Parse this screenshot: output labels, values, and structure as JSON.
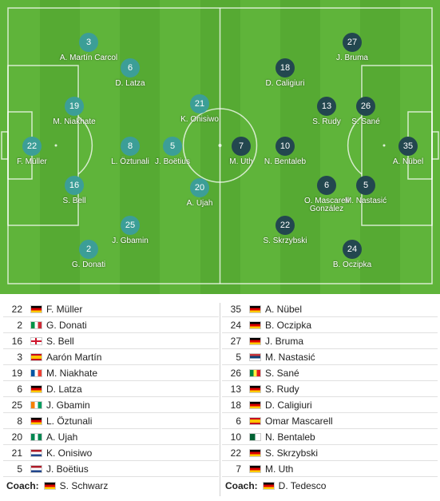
{
  "colors": {
    "pitch_light": "#5fb43a",
    "pitch_dark": "#56aa33",
    "home": "#3c9e97",
    "away": "#23474f"
  },
  "home_pitch": [
    {
      "num": "22",
      "name": "F. Müller"
    },
    {
      "num": "3",
      "name": "A. Martín Carcol"
    },
    {
      "num": "19",
      "name": "M. Niakhate"
    },
    {
      "num": "16",
      "name": "S. Bell"
    },
    {
      "num": "2",
      "name": "G. Donati"
    },
    {
      "num": "6",
      "name": "D. Latza"
    },
    {
      "num": "8",
      "name": "L. Öztunali"
    },
    {
      "num": "25",
      "name": "J. Gbamin"
    },
    {
      "num": "5",
      "name": "J. Boëtius"
    },
    {
      "num": "21",
      "name": "K. Onisiwo"
    },
    {
      "num": "20",
      "name": "A. Ujah"
    }
  ],
  "away_pitch": [
    {
      "num": "35",
      "name": "A. Nübel"
    },
    {
      "num": "27",
      "name": "J. Bruma"
    },
    {
      "num": "26",
      "name": "S. Sané"
    },
    {
      "num": "5",
      "name": "M. Nastasić"
    },
    {
      "num": "24",
      "name": "B. Oczipka"
    },
    {
      "num": "13",
      "name": "S. Rudy"
    },
    {
      "num": "6",
      "name": "O. Mascarell González"
    },
    {
      "num": "18",
      "name": "D. Caligiuri"
    },
    {
      "num": "10",
      "name": "N. Bentaleb"
    },
    {
      "num": "22",
      "name": "S. Skrzybski"
    },
    {
      "num": "7",
      "name": "M. Uth"
    }
  ],
  "home_list": [
    {
      "num": "22",
      "flag": "de",
      "name": "F. Müller"
    },
    {
      "num": "2",
      "flag": "it",
      "name": "G. Donati"
    },
    {
      "num": "16",
      "flag": "en",
      "name": "S. Bell"
    },
    {
      "num": "3",
      "flag": "es",
      "name": "Aarón Martín"
    },
    {
      "num": "19",
      "flag": "fr",
      "name": "M. Niakhate"
    },
    {
      "num": "6",
      "flag": "de",
      "name": "D. Latza"
    },
    {
      "num": "25",
      "flag": "ci",
      "name": "J. Gbamin"
    },
    {
      "num": "8",
      "flag": "de",
      "name": "L. Öztunali"
    },
    {
      "num": "20",
      "flag": "ng",
      "name": "A. Ujah"
    },
    {
      "num": "21",
      "flag": "nl",
      "name": "K. Onisiwo"
    },
    {
      "num": "5",
      "flag": "nl",
      "name": "J. Boëtius"
    }
  ],
  "away_list": [
    {
      "num": "35",
      "flag": "de",
      "name": "A. Nübel"
    },
    {
      "num": "24",
      "flag": "de",
      "name": "B. Oczipka"
    },
    {
      "num": "27",
      "flag": "de",
      "name": "J. Bruma"
    },
    {
      "num": "5",
      "flag": "rs",
      "name": "M. Nastasić"
    },
    {
      "num": "26",
      "flag": "sn",
      "name": "S. Sané"
    },
    {
      "num": "13",
      "flag": "de",
      "name": "S. Rudy"
    },
    {
      "num": "18",
      "flag": "de",
      "name": "D. Caligiuri"
    },
    {
      "num": "6",
      "flag": "es",
      "name": "Omar Mascarell"
    },
    {
      "num": "10",
      "flag": "dz",
      "name": "N. Bentaleb"
    },
    {
      "num": "22",
      "flag": "de",
      "name": "S. Skrzybski"
    },
    {
      "num": "7",
      "flag": "de",
      "name": "M. Uth"
    }
  ],
  "coach": {
    "label": "Coach:",
    "home": {
      "flag": "de",
      "name": "S. Schwarz"
    },
    "away": {
      "flag": "de",
      "name": "D. Tedesco"
    }
  }
}
